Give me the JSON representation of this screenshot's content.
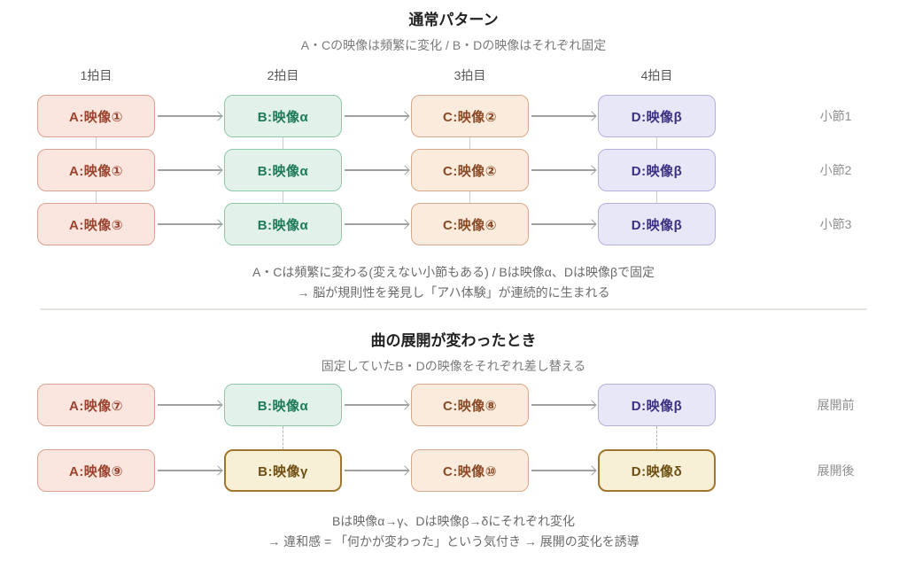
{
  "colors": {
    "background": "#ffffff",
    "title_text": "#222222",
    "subtitle_text": "#7a7a7a",
    "beat_header_text": "#575757",
    "note_text": "#6b6b6b",
    "row_label_text": "#8f8f8f",
    "arrow": "#a0a0a0",
    "connector_solid": "#cccccc",
    "connector_dashed": "#b5b5b5",
    "divider": "#e4e4df"
  },
  "palette": {
    "a": {
      "bg": "#fae6de",
      "border": "#d8a394",
      "text": "#9a4430"
    },
    "b": {
      "bg": "#e2f2ea",
      "border": "#8fc7ab",
      "text": "#1f7a5a"
    },
    "c": {
      "bg": "#faebdc",
      "border": "#d7a887",
      "text": "#8a4a26"
    },
    "d": {
      "bg": "#e8e7f8",
      "border": "#b5b0db",
      "text": "#3a3184"
    },
    "gold": {
      "bg": "#f8efd7",
      "border": "#9f762c",
      "text": "#6d4f14"
    }
  },
  "section1": {
    "title": "通常パターン",
    "subtitle": "A・Cの映像は頻繁に変化 / B・Dの映像はそれぞれ固定",
    "beat_headers": [
      "1拍目",
      "2拍目",
      "3拍目",
      "4拍目"
    ],
    "rows": [
      {
        "label": "小節1",
        "cells": [
          {
            "text": "A:映像①",
            "variant": "a"
          },
          {
            "text": "B:映像α",
            "variant": "b"
          },
          {
            "text": "C:映像②",
            "variant": "c"
          },
          {
            "text": "D:映像β",
            "variant": "d"
          }
        ]
      },
      {
        "label": "小節2",
        "cells": [
          {
            "text": "A:映像①",
            "variant": "a"
          },
          {
            "text": "B:映像α",
            "variant": "b"
          },
          {
            "text": "C:映像②",
            "variant": "c"
          },
          {
            "text": "D:映像β",
            "variant": "d"
          }
        ]
      },
      {
        "label": "小節3",
        "cells": [
          {
            "text": "A:映像③",
            "variant": "a"
          },
          {
            "text": "B:映像α",
            "variant": "b"
          },
          {
            "text": "C:映像④",
            "variant": "c"
          },
          {
            "text": "D:映像β",
            "variant": "d"
          }
        ]
      }
    ],
    "connector_columns": [
      0,
      1,
      2,
      3
    ],
    "connector_style": "solid",
    "connector_height": 13,
    "notes": [
      "A・Cは頻繁に変わる(変えない小節もある) / Bは映像α、Dは映像βで固定",
      "→ 脳が規則性を発見し「アハ体験」が連続的に生まれる"
    ]
  },
  "section2": {
    "title": "曲の展開が変わったとき",
    "subtitle": "固定していたB・Dの映像をそれぞれ差し替える",
    "rows": [
      {
        "label": "展開前",
        "cells": [
          {
            "text": "A:映像⑦",
            "variant": "a"
          },
          {
            "text": "B:映像α",
            "variant": "b"
          },
          {
            "text": "C:映像⑧",
            "variant": "c"
          },
          {
            "text": "D:映像β",
            "variant": "d"
          }
        ]
      },
      {
        "label": "展開後",
        "cells": [
          {
            "text": "A:映像⑨",
            "variant": "a"
          },
          {
            "text": "B:映像γ",
            "variant": "gold",
            "emphasis": true
          },
          {
            "text": "C:映像⑩",
            "variant": "c"
          },
          {
            "text": "D:映像δ",
            "variant": "gold",
            "emphasis": true
          }
        ]
      }
    ],
    "connector_columns": [
      1,
      3
    ],
    "connector_style": "dashed",
    "connector_height": 26,
    "notes": [
      "Bは映像α→γ、Dは映像β→δにそれぞれ変化",
      "→ 違和感 = 「何かが変わった」という気付き → 展開の変化を誘導"
    ]
  }
}
